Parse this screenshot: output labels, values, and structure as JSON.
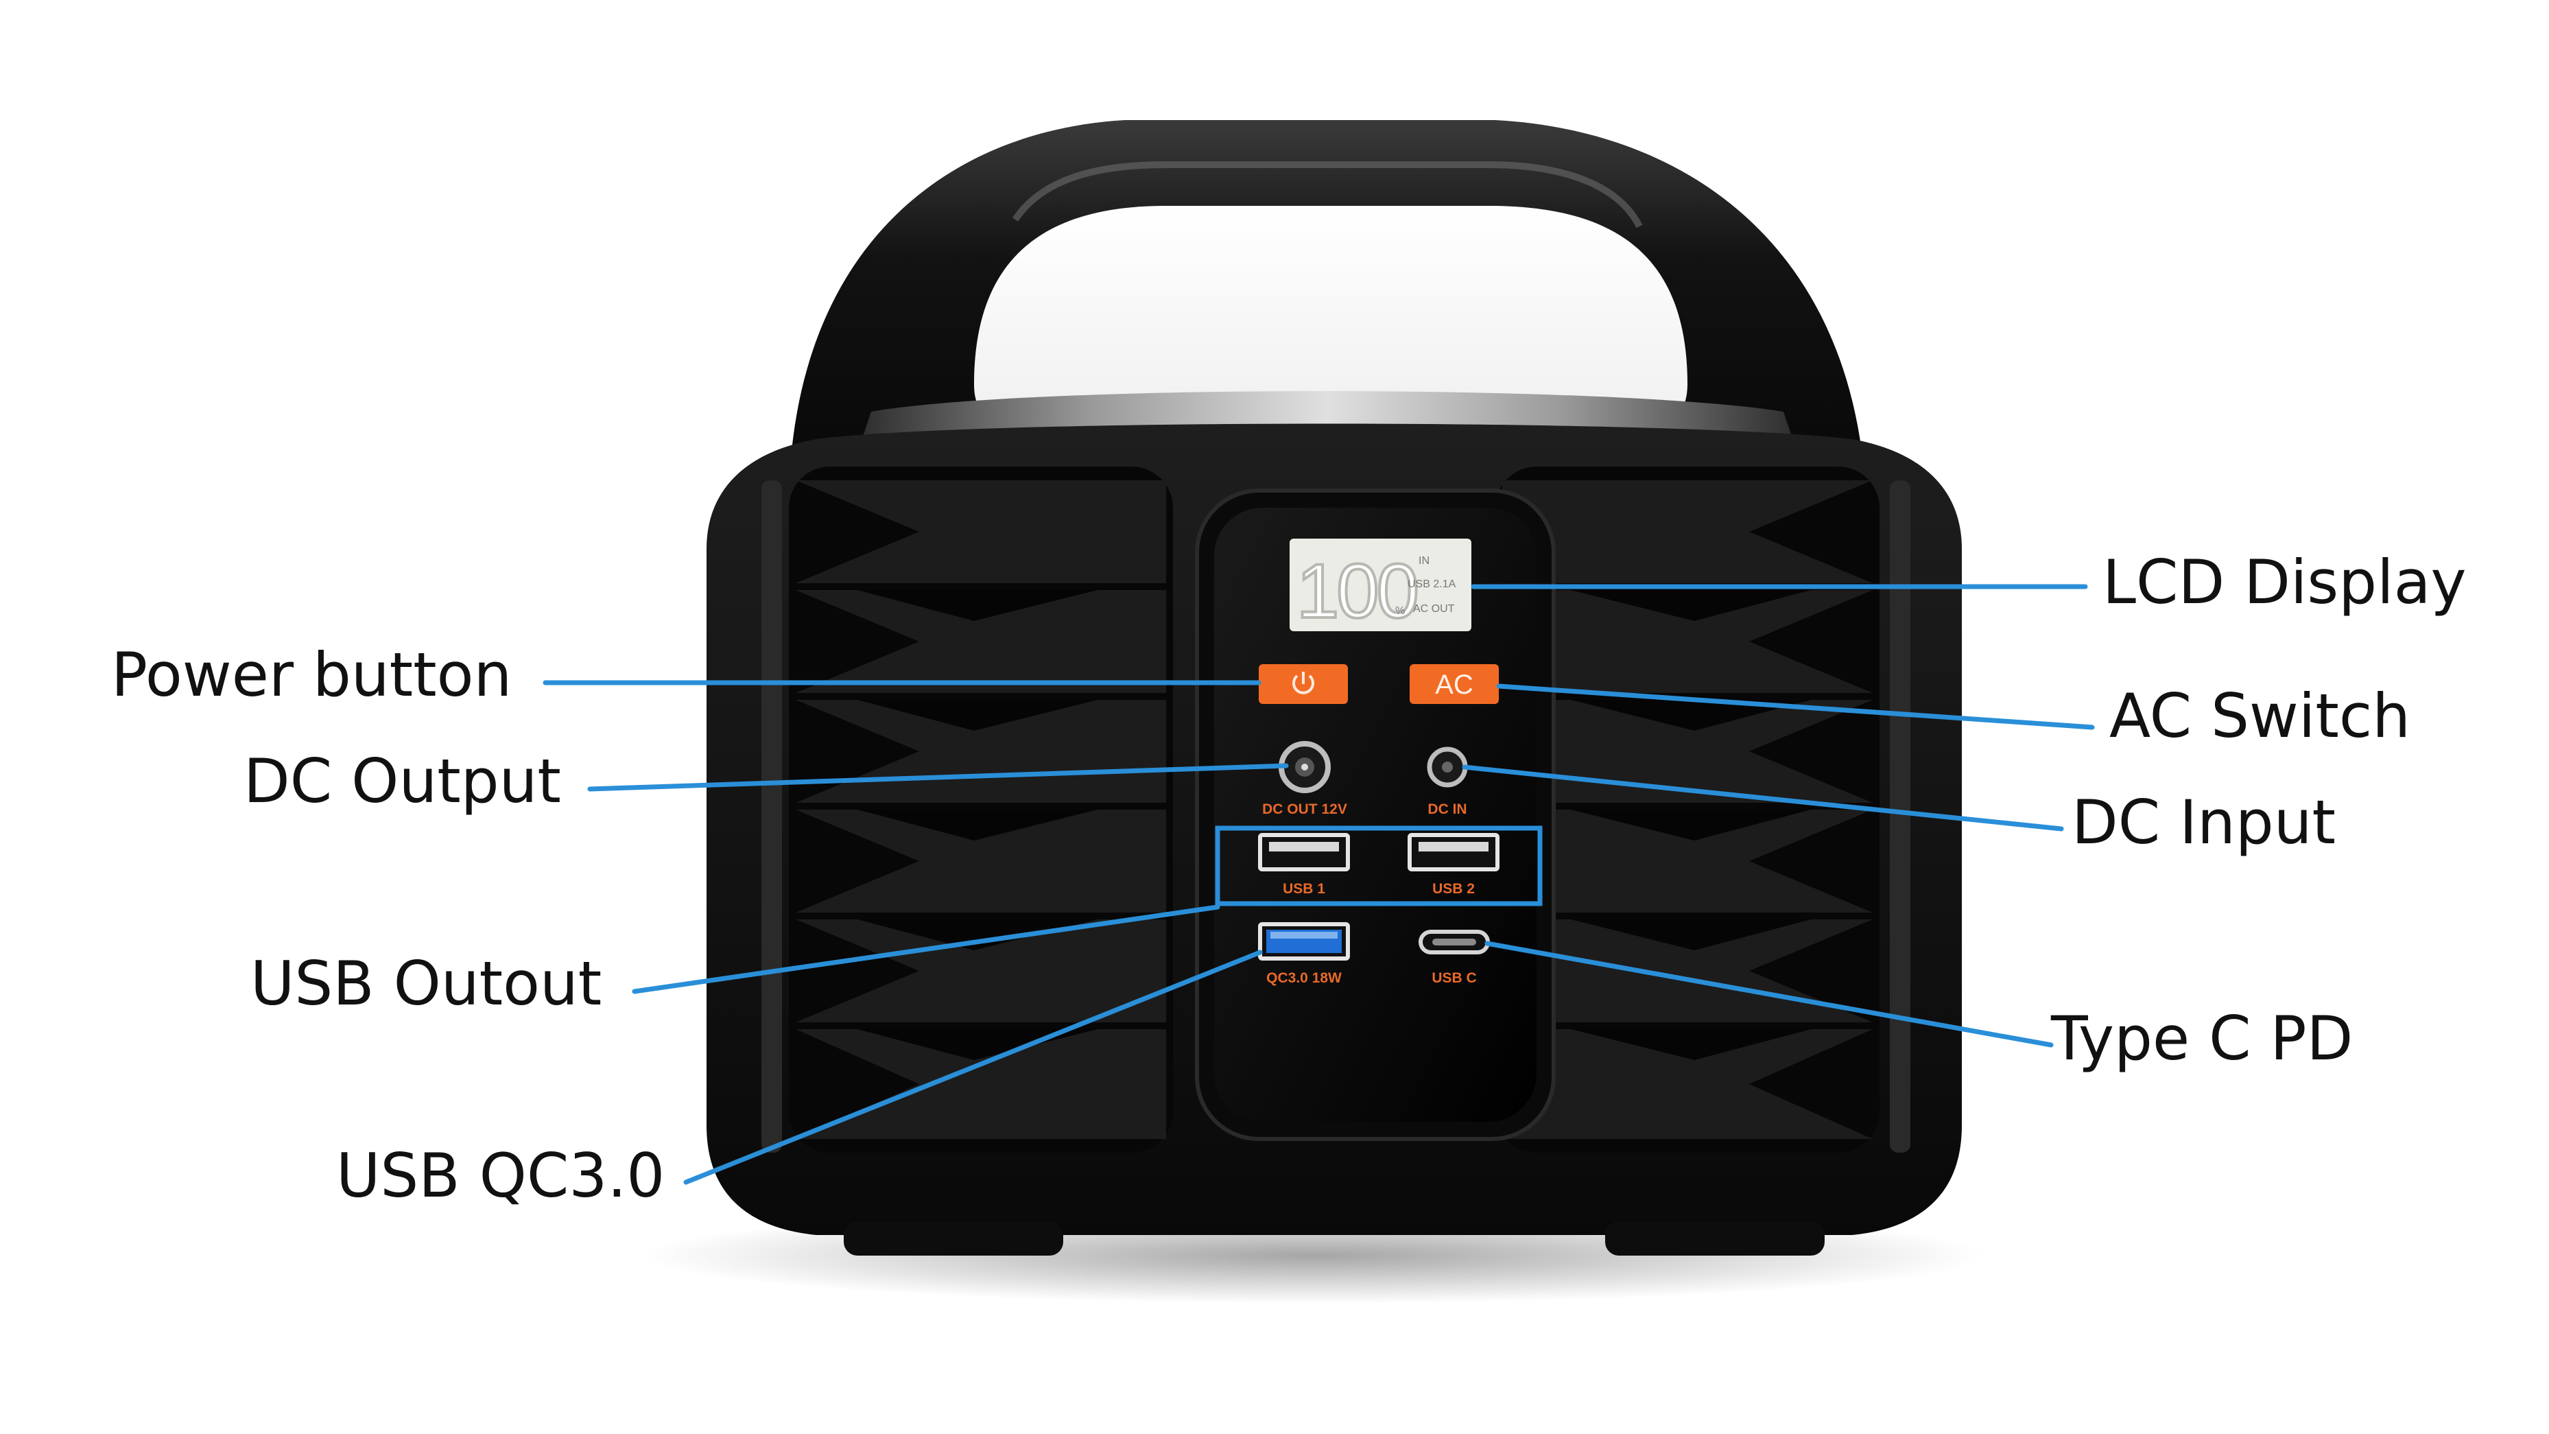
{
  "colors": {
    "leader": "#2a8fd8",
    "accent_orange": "#f26b24",
    "body_black": "#111111",
    "port_label": "#e8692a",
    "lcd_bg": "#ecece6",
    "qc_blue": "#1f6fd6"
  },
  "labels": {
    "lcd_display": "LCD Display",
    "power_button": "Power button",
    "ac_switch": "AC Switch",
    "dc_output": "DC Output",
    "dc_input": "DC Input",
    "usb_output": "USB Outout",
    "type_c_pd": "Type C PD",
    "usb_qc30": "USB QC3.0"
  },
  "device": {
    "lcd": {
      "digits": "100",
      "percent": "%",
      "in": "IN",
      "usb": "USB 2.1A",
      "ac_out": "AC OUT"
    },
    "ac_button": "AC",
    "power_icon": "power-icon",
    "ports": {
      "dc_out": "DC OUT 12V",
      "dc_in": "DC IN",
      "usb1": "USB 1",
      "usb2": "USB 2",
      "qc": "QC3.0 18W",
      "usbc": "USB C"
    }
  }
}
